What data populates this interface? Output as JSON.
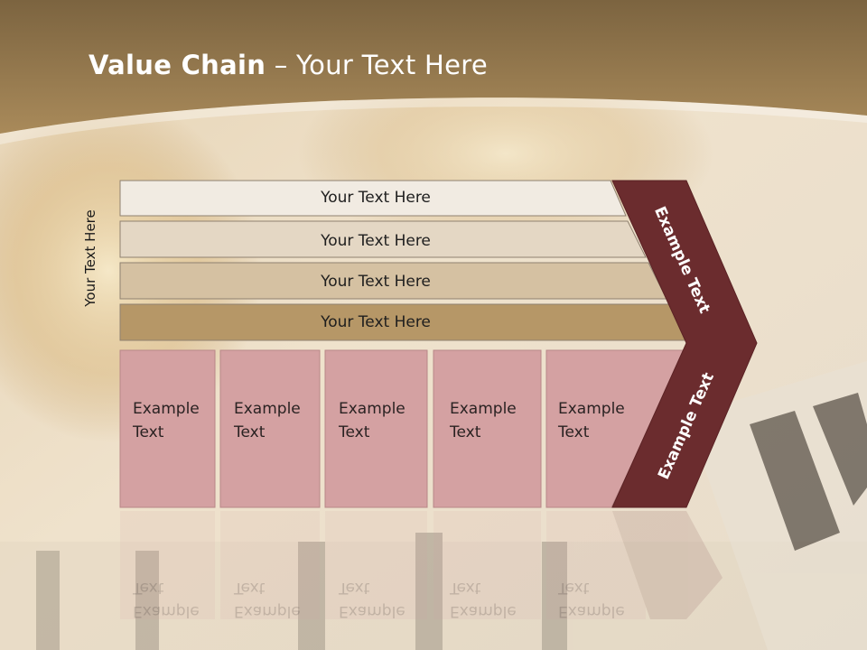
{
  "slide": {
    "title_bold": "Value Chain",
    "title_rest": " – Your Text Here",
    "side_label": "Your Text Here"
  },
  "bars": [
    {
      "label": "Your Text Here",
      "fill": "#f1ebe2"
    },
    {
      "label": "Your Text Here",
      "fill": "#e4d7c4"
    },
    {
      "label": "Your Text Here",
      "fill": "#d5c1a2"
    },
    {
      "label": "Your Text Here",
      "fill": "#b69767"
    }
  ],
  "cards": [
    {
      "line1": "Example",
      "line2": "Text"
    },
    {
      "line1": "Example",
      "line2": "Text"
    },
    {
      "line1": "Example",
      "line2": "Text"
    },
    {
      "line1": "Example",
      "line2": "Text"
    },
    {
      "line1": "Example",
      "line2": "Text"
    }
  ],
  "chevron": {
    "upper_label": "Example Text",
    "lower_label": "Example Text",
    "fill": "#6b2c2e"
  },
  "colors": {
    "header": "#8b6d43",
    "card_fill": "#d4a1a2",
    "card_border": "#b88788"
  }
}
